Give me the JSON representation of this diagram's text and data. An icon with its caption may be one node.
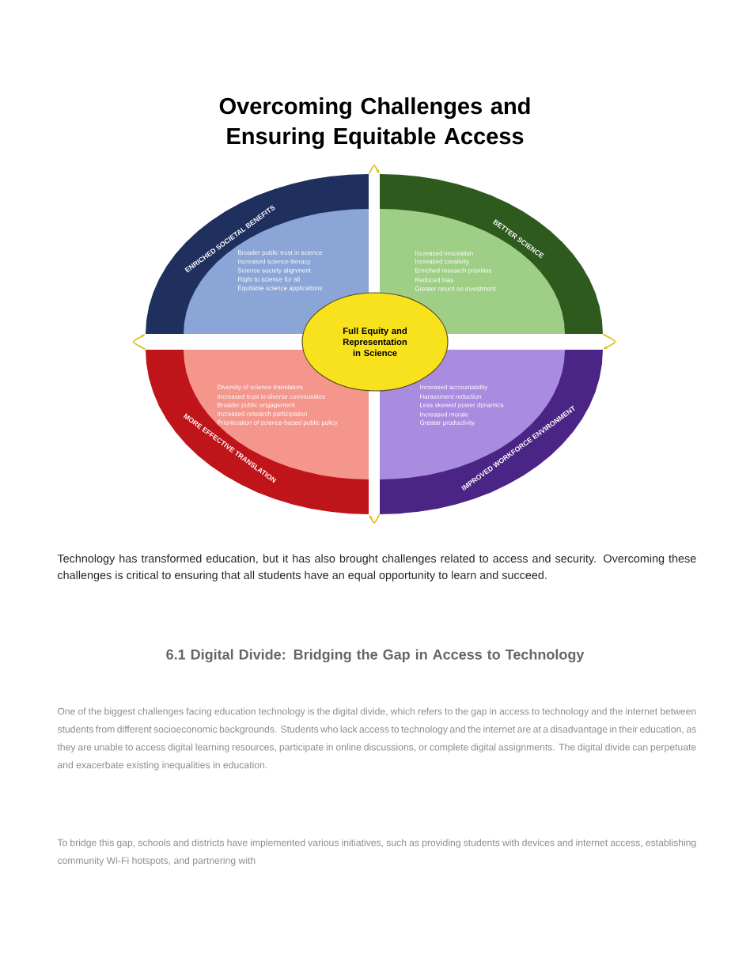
{
  "diagram": {
    "title": "Overcoming Challenges and Ensuring Equitable Access",
    "nodes": [
      {
        "text": [
          "ENRICHED SOCIETAL BENEFITS",
          "Broader public trust in science",
          "Increased science literacy",
          "Science society alignment",
          "Right to science for all",
          "Equitable science applications"
        ]
      },
      {
        "text": [
          "BETTER SCIENCE",
          "Increased innovation",
          "Increased creativity",
          "Enriched research priorities",
          "Reduced bias",
          "Greater return on investment"
        ]
      },
      {
        "text": [
          "Full Equity and Representation in Science"
        ]
      },
      {
        "text": [
          "MORE EFFECTIVE TRANSLATION",
          "Diversity of science translators",
          "Increased trust in diverse communities",
          "Broader public engagement",
          "Increased research participation",
          "Prioritization of science-based public policy"
        ]
      },
      {
        "text": [
          "IMPROVED WORKFORCE ENVIRONMENT",
          "Increased accountability",
          "Harassment reduction",
          "Less skewed power dynamics",
          "Increased morale",
          "Greater productivity"
        ]
      }
    ],
    "edges": [
      {
        "from": 0,
        "to": 1,
        "arrow": "to"
      },
      {
        "from": 1,
        "to": 4,
        "arrow": "to"
      },
      {
        "from": 4,
        "to": 3,
        "arrow": "to"
      },
      {
        "from": 3,
        "to": 0,
        "arrow": "to"
      }
    ],
    "labels": [
      "Technology has transformed education, but it has also brought challenges related to access and security. Overcoming these challenges is critical to ensuring that all students have an equal opportunity to learn and succeed.",
      "6.1 Digital Divide: Bridging the Gap in Access to Technology",
      "One of the biggest challenges facing education technology is the digital divide, which refers to the gap in access to technology and the internet between students from different socioeconomic backgrounds. Students who lack access to technology and the internet are at a disadvantage in their education, as they are unable to access digital learning resources, participate in online discussions, or complete digital assignments. The digital divide can perpetuate and exacerbate existing inequalities in education.",
      "To bridge this gap, schools and districts have implemented various initiatives, such as providing students with devices and internet access, establishing community Wi-Fi hotspots, and partnering with"
    ]
  }
}
